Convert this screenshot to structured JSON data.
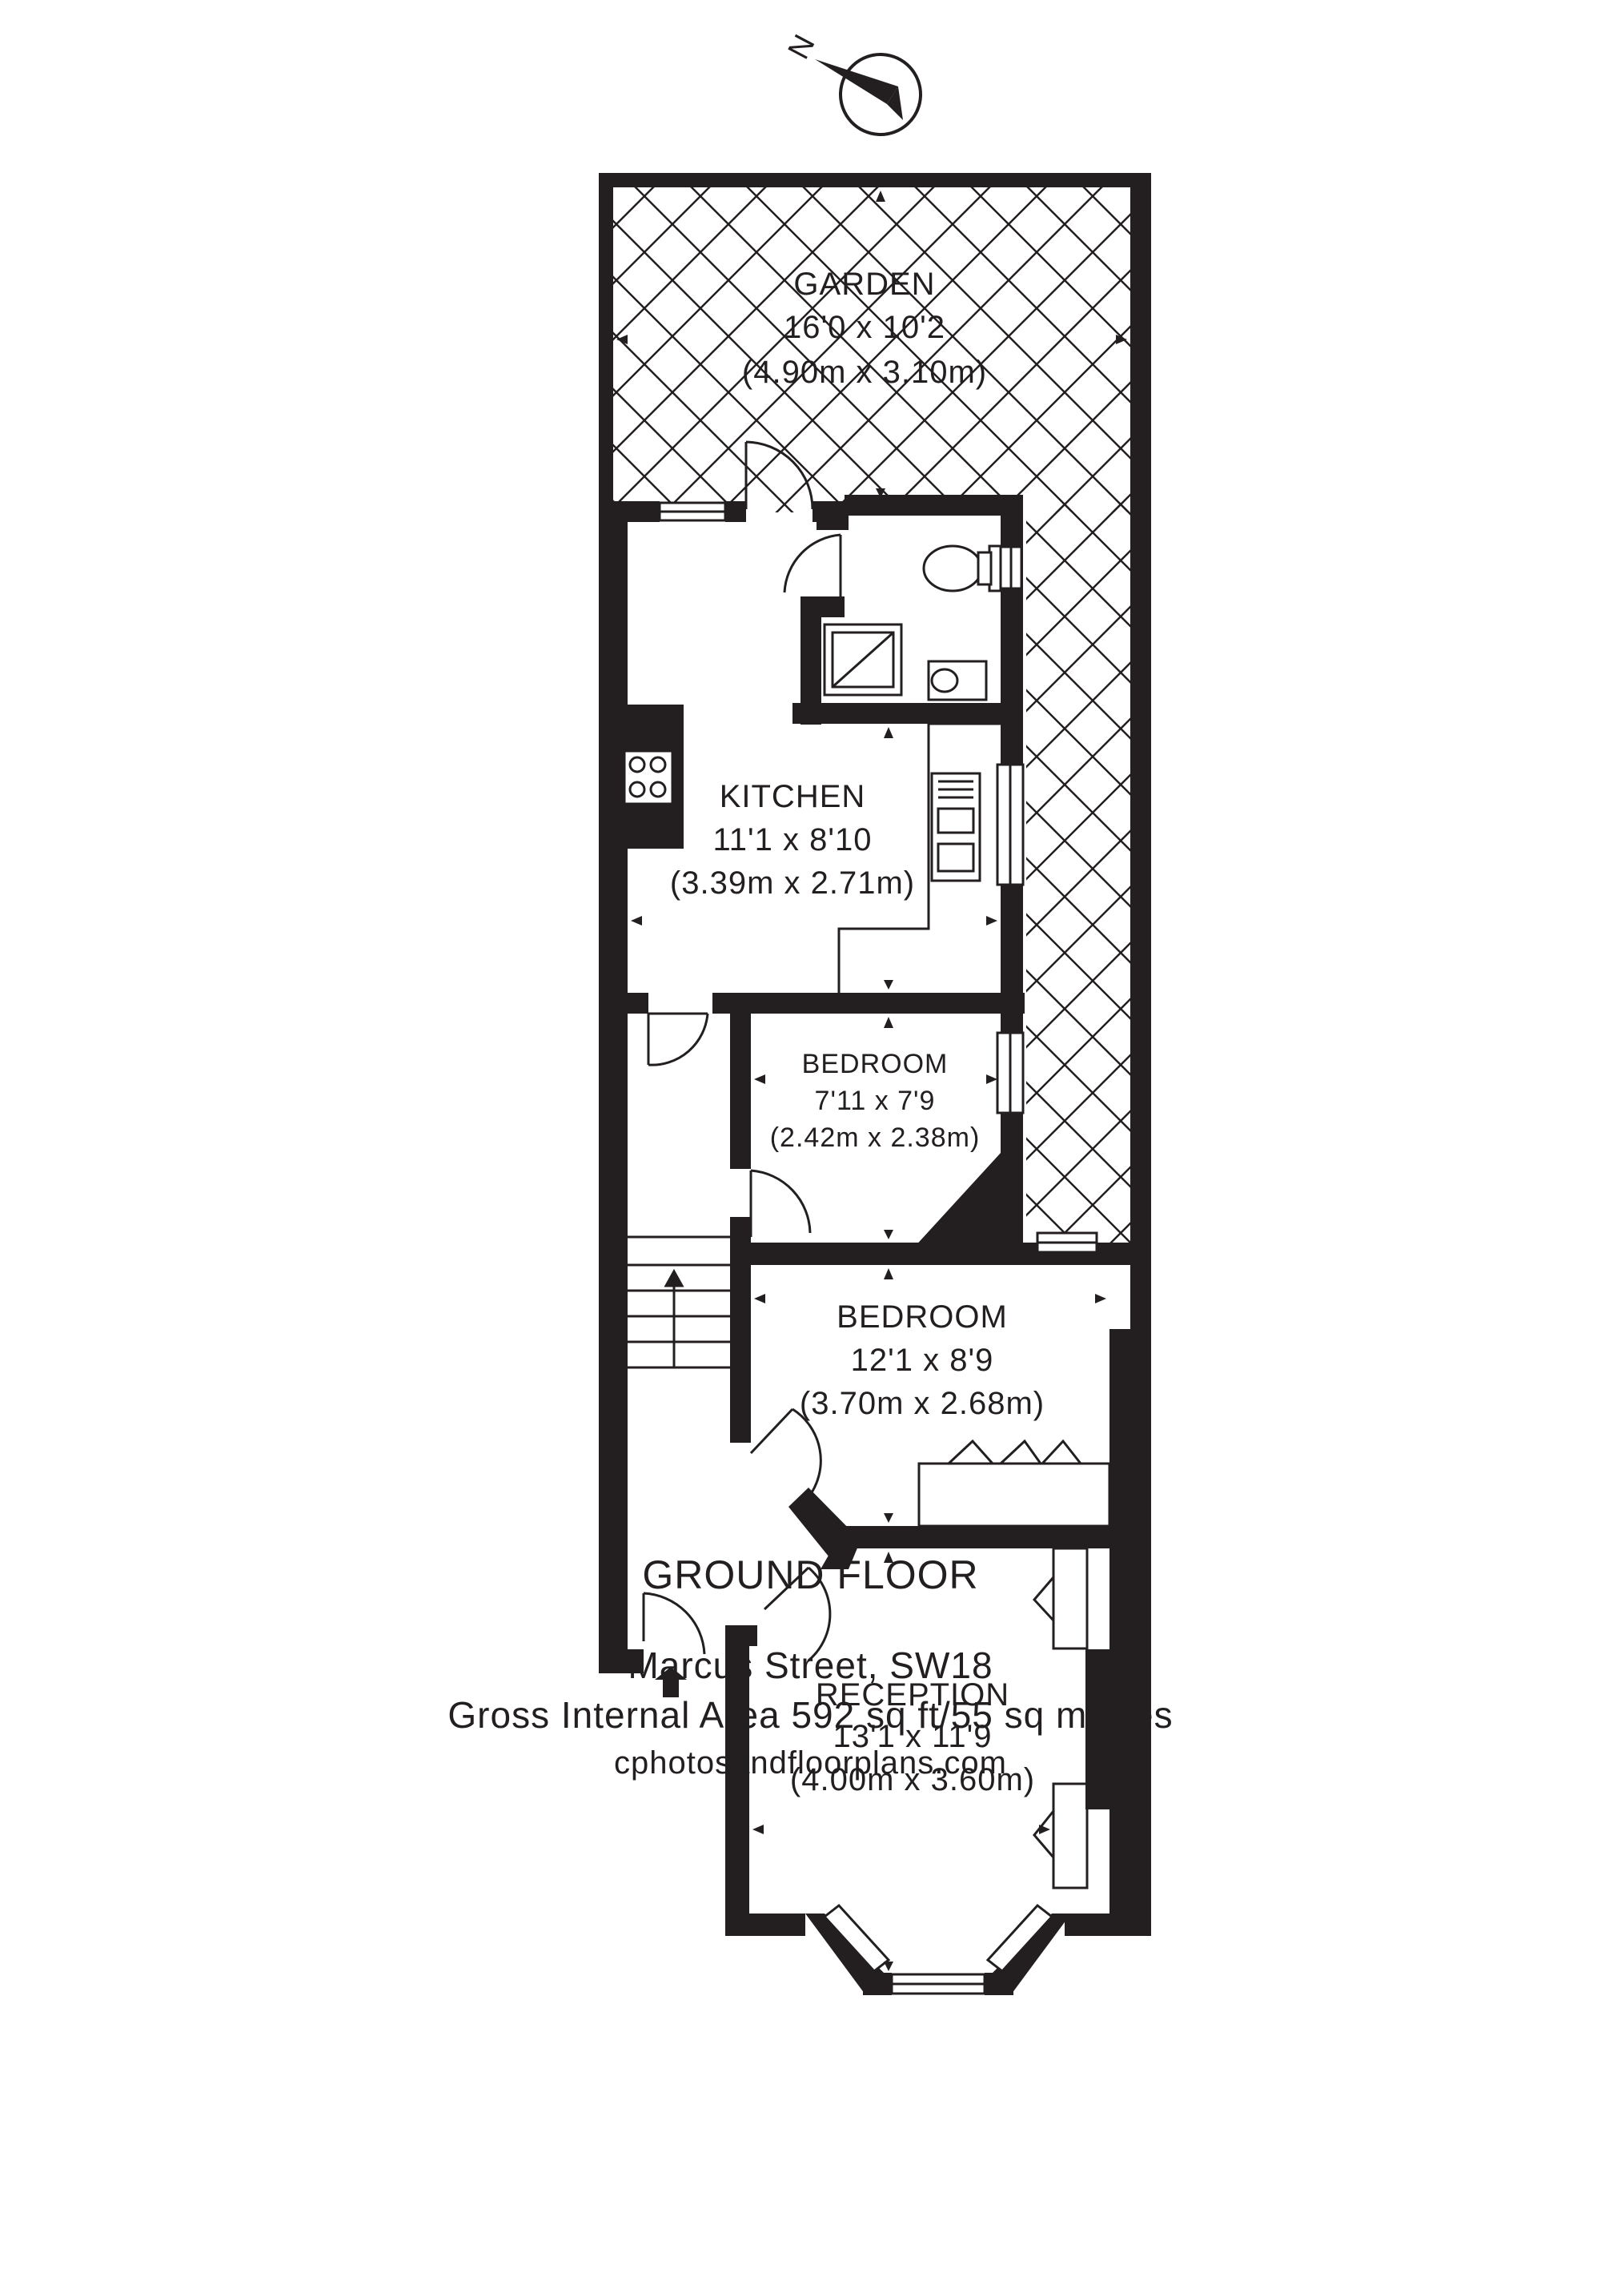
{
  "rooms": {
    "garden": {
      "name": "GARDEN",
      "imperial": "16'0 x 10'2",
      "metric": "(4.90m x 3.10m)"
    },
    "kitchen": {
      "name": "KITCHEN",
      "imperial": "11'1 x 8'10",
      "metric": "(3.39m x 2.71m)"
    },
    "bedroom_small": {
      "name": "BEDROOM",
      "imperial": "7'11 x 7'9",
      "metric": "(2.42m x 2.38m)"
    },
    "bedroom_large": {
      "name": "BEDROOM",
      "imperial": "12'1 x 8'9",
      "metric": "(3.70m x 2.68m)"
    },
    "reception": {
      "name": "RECEPTION",
      "imperial": "13'1 x 11'9",
      "metric": "(4.00m x 3.60m)"
    }
  },
  "compass": {
    "label": "N"
  },
  "footer": {
    "floor": "GROUND FLOOR",
    "address": "Marcus Street, SW18",
    "area": "Gross Internal Area 592 sq ft/55 sq metres",
    "website": "cphotosandfloorplans.com"
  },
  "colors": {
    "wall": "#231f20",
    "line": "#231f20",
    "background": "#ffffff"
  }
}
